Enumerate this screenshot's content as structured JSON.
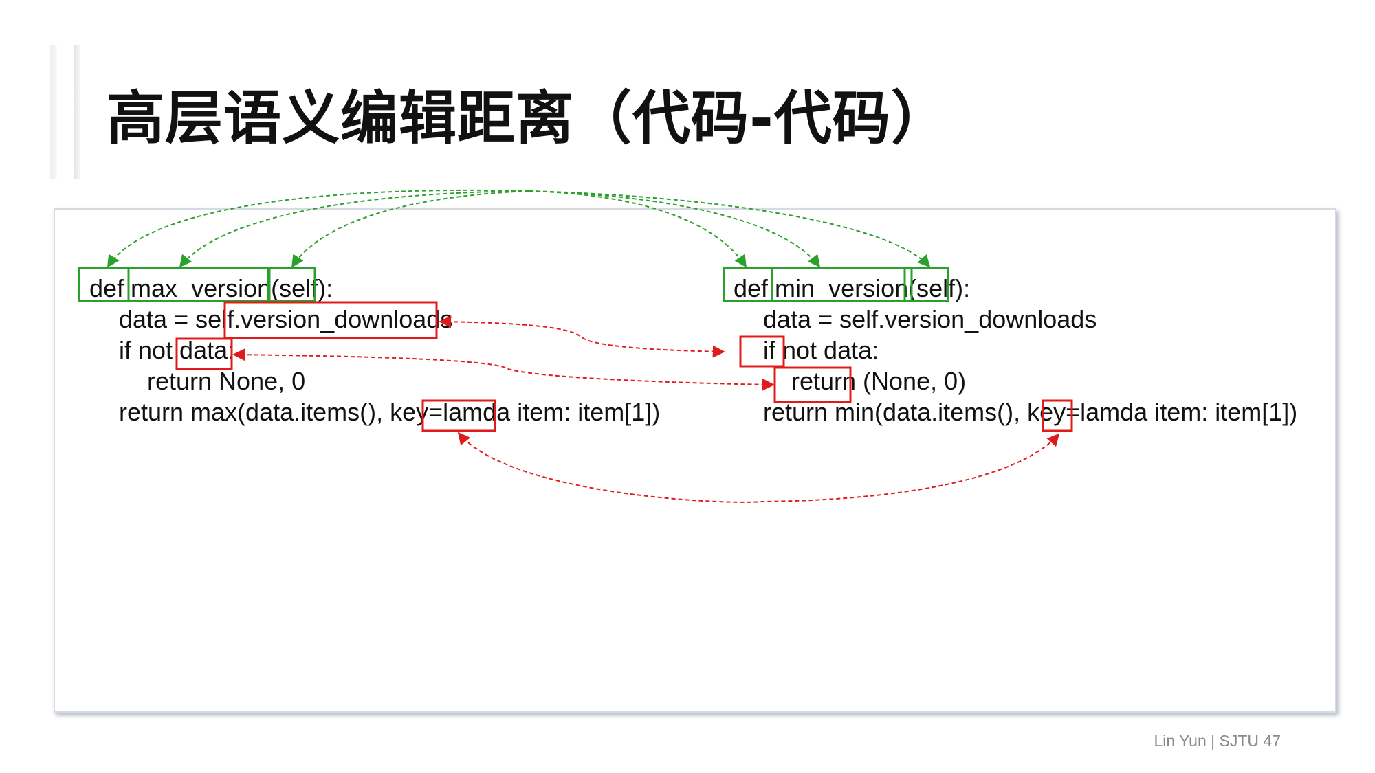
{
  "slide": {
    "title": "高层语义编辑距离（代码-代码）",
    "footer": "Lin Yun | SJTU 47"
  },
  "code_left": {
    "lines": [
      "def max_version(self):",
      "data = self.version_downloads",
      "if not data:",
      "return None, 0",
      "return max(data.items(), key=lamda item: item[1])"
    ]
  },
  "code_right": {
    "lines": [
      "def min_version(self):",
      "data = self.version_downloads",
      "if not data:",
      "return (None, 0)",
      "return min(data.items(), key=lamda item: item[1])"
    ]
  },
  "colors": {
    "match": "#2ca02c",
    "edit": "#e01b1b",
    "footer": "#888888",
    "panel_border": "#d6dbe3"
  },
  "legend_semantics": {
    "green_box": "matched-token-icon",
    "red_box": "edited-token-icon"
  }
}
